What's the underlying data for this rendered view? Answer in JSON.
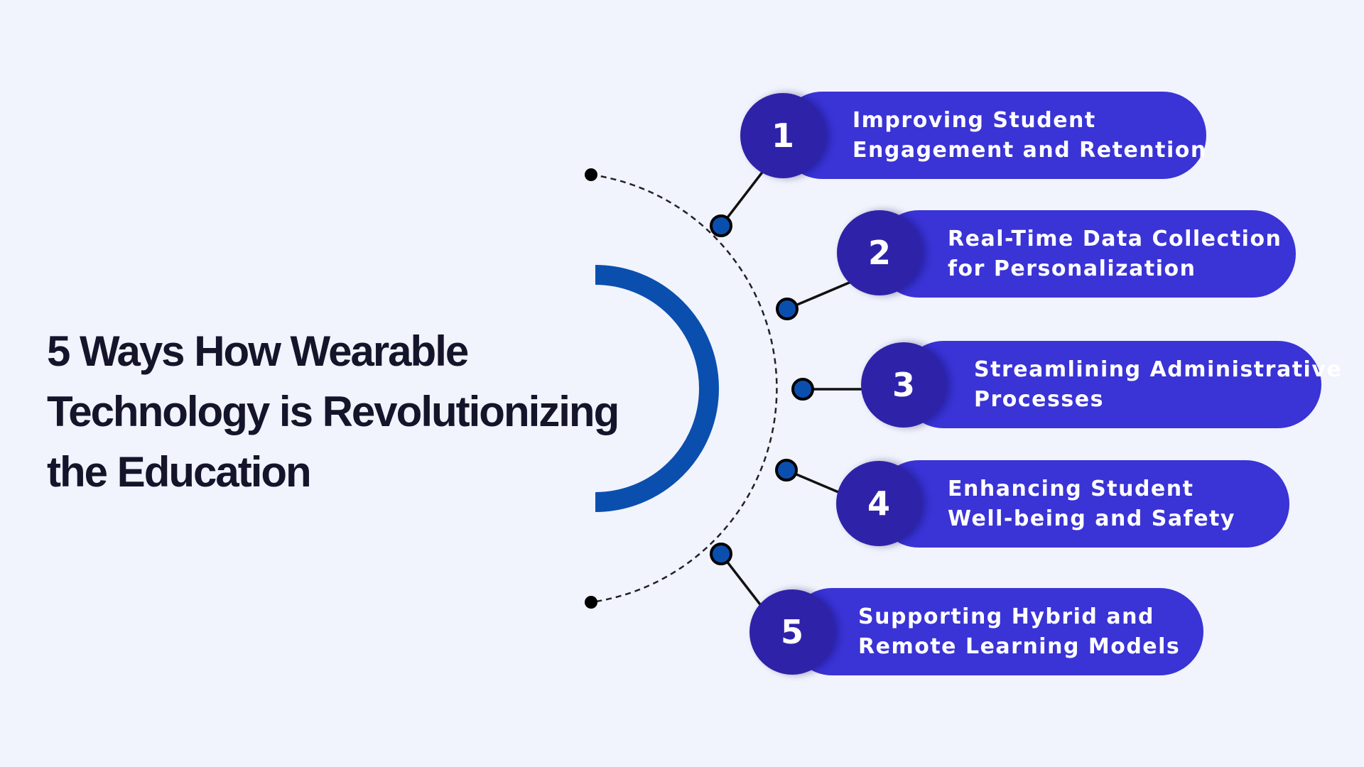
{
  "title": {
    "lines": [
      "5 Ways How Wearable",
      "Technology is Revolutionizing",
      "the Education"
    ]
  },
  "colors": {
    "background": "#f1f3fd",
    "pill": "#3a33d6",
    "number_circle": "#2e23a8",
    "arc_accent": "#0a4fae",
    "node_fill": "#0a4fae",
    "line": "#111111"
  },
  "steps": [
    {
      "number": "1",
      "lines": [
        "Improving Student",
        "Engagement and Retention"
      ]
    },
    {
      "number": "2",
      "lines": [
        "Real-Time Data Collection",
        "for Personalization"
      ]
    },
    {
      "number": "3",
      "lines": [
        "Streamlining Administrative",
        "Processes"
      ]
    },
    {
      "number": "4",
      "lines": [
        "Enhancing Student",
        "Well-being and Safety"
      ]
    },
    {
      "number": "5",
      "lines": [
        "Supporting Hybrid and",
        "Remote Learning Models"
      ]
    }
  ]
}
